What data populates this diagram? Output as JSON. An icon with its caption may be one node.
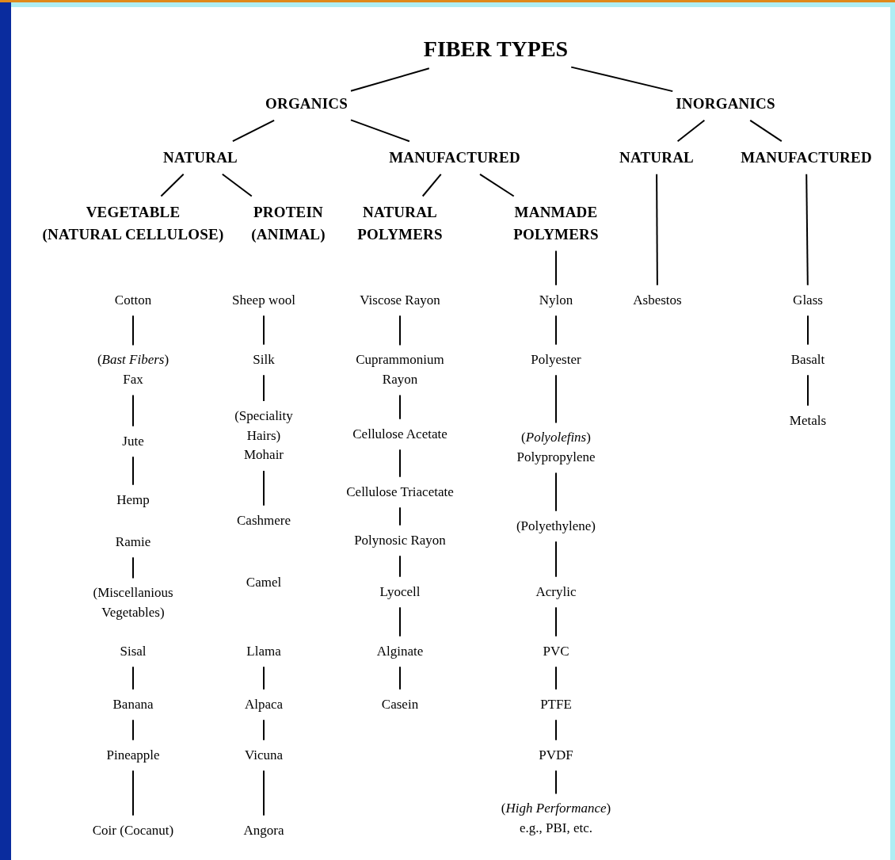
{
  "diagram": {
    "nodes": [
      {
        "text": [
          "FIBER TYPES"
        ]
      },
      {
        "text": [
          "ORGANICS"
        ]
      },
      {
        "text": [
          "INORGANICS"
        ]
      },
      {
        "text": [
          "NATURAL"
        ]
      },
      {
        "text": [
          "MANUFACTURED"
        ]
      },
      {
        "text": [
          "NATURAL"
        ]
      },
      {
        "text": [
          "MANUFACTURED"
        ]
      },
      {
        "text": [
          "VEGETABLE (NATURAL CELLULOSE)"
        ]
      },
      {
        "text": [
          "PROTEIN (ANIMAL)"
        ]
      },
      {
        "text": [
          "NATURAL POLYMERS"
        ]
      },
      {
        "text": [
          "MANMADE POLYMERS"
        ]
      },
      {
        "text": [
          "Cotton"
        ]
      },
      {
        "text": [
          "(*Bast Fibers*)",
          "Fax"
        ]
      },
      {
        "text": [
          "Jute"
        ]
      },
      {
        "text": [
          "Hemp"
        ]
      },
      {
        "text": [
          "Ramie"
        ]
      },
      {
        "text": [
          "(Miscellanious Vegetables)"
        ]
      },
      {
        "text": [
          "Sisal"
        ]
      },
      {
        "text": [
          "Banana"
        ]
      },
      {
        "text": [
          "Pineapple"
        ]
      },
      {
        "text": [
          "Coir (Cocanut)"
        ]
      },
      {
        "text": [
          "Sheep wool"
        ]
      },
      {
        "text": [
          "Silk"
        ]
      },
      {
        "text": [
          "(Speciality Hairs)",
          "Mohair"
        ]
      },
      {
        "text": [
          "Cashmere"
        ]
      },
      {
        "text": [
          "Camel"
        ]
      },
      {
        "text": [
          "Llama"
        ]
      },
      {
        "text": [
          "Alpaca"
        ]
      },
      {
        "text": [
          "Vicuna"
        ]
      },
      {
        "text": [
          "Angora"
        ]
      },
      {
        "text": [
          "Viscose Rayon"
        ]
      },
      {
        "text": [
          "Cuprammonium Rayon"
        ]
      },
      {
        "text": [
          "Cellulose Acetate"
        ]
      },
      {
        "text": [
          "Cellulose Triacetate"
        ]
      },
      {
        "text": [
          "Polynosic Rayon"
        ]
      },
      {
        "text": [
          "Lyocell"
        ]
      },
      {
        "text": [
          "Alginate"
        ]
      },
      {
        "text": [
          "Casein"
        ]
      },
      {
        "text": [
          "Nylon"
        ]
      },
      {
        "text": [
          "Polyester"
        ]
      },
      {
        "text": [
          "(*Polyolefins*)",
          "Polypropylene"
        ]
      },
      {
        "text": [
          "(Polyethylene)"
        ]
      },
      {
        "text": [
          "Acrylic"
        ]
      },
      {
        "text": [
          "PVC"
        ]
      },
      {
        "text": [
          "PTFE"
        ]
      },
      {
        "text": [
          "PVDF"
        ]
      },
      {
        "text": [
          "(*High Performance*)",
          "e.g., PBI, etc."
        ]
      },
      {
        "text": [
          "Asbestos"
        ]
      },
      {
        "text": [
          "Glass"
        ]
      },
      {
        "text": [
          "Basalt"
        ]
      },
      {
        "text": [
          "Metals"
        ]
      }
    ],
    "edges": [
      {
        "from": 0,
        "to": 1,
        "arrow": "none"
      },
      {
        "from": 0,
        "to": 2,
        "arrow": "none"
      },
      {
        "from": 1,
        "to": 3,
        "arrow": "none"
      },
      {
        "from": 1,
        "to": 4,
        "arrow": "none"
      },
      {
        "from": 2,
        "to": 5,
        "arrow": "none"
      },
      {
        "from": 2,
        "to": 6,
        "arrow": "none"
      },
      {
        "from": 3,
        "to": 7,
        "arrow": "none"
      },
      {
        "from": 3,
        "to": 8,
        "arrow": "none"
      },
      {
        "from": 4,
        "to": 9,
        "arrow": "none"
      },
      {
        "from": 4,
        "to": 10,
        "arrow": "none"
      },
      {
        "from": 11,
        "to": 12,
        "arrow": "none"
      },
      {
        "from": 12,
        "to": 13,
        "arrow": "none"
      },
      {
        "from": 13,
        "to": 14,
        "arrow": "none"
      },
      {
        "from": 15,
        "to": 16,
        "arrow": "none"
      },
      {
        "from": 17,
        "to": 18,
        "arrow": "none"
      },
      {
        "from": 18,
        "to": 19,
        "arrow": "none"
      },
      {
        "from": 19,
        "to": 20,
        "arrow": "none"
      },
      {
        "from": 21,
        "to": 22,
        "arrow": "none"
      },
      {
        "from": 22,
        "to": 23,
        "arrow": "none"
      },
      {
        "from": 23,
        "to": 24,
        "arrow": "none"
      },
      {
        "from": 26,
        "to": 27,
        "arrow": "none"
      },
      {
        "from": 27,
        "to": 28,
        "arrow": "none"
      },
      {
        "from": 28,
        "to": 29,
        "arrow": "none"
      },
      {
        "from": 30,
        "to": 31,
        "arrow": "none"
      },
      {
        "from": 31,
        "to": 32,
        "arrow": "none"
      },
      {
        "from": 32,
        "to": 33,
        "arrow": "none"
      },
      {
        "from": 33,
        "to": 34,
        "arrow": "none"
      },
      {
        "from": 34,
        "to": 35,
        "arrow": "none"
      },
      {
        "from": 35,
        "to": 36,
        "arrow": "none"
      },
      {
        "from": 36,
        "to": 37,
        "arrow": "none"
      },
      {
        "from": 10,
        "to": 38,
        "arrow": "none"
      },
      {
        "from": 38,
        "to": 39,
        "arrow": "none"
      },
      {
        "from": 39,
        "to": 40,
        "arrow": "none"
      },
      {
        "from": 40,
        "to": 41,
        "arrow": "none"
      },
      {
        "from": 41,
        "to": 42,
        "arrow": "none"
      },
      {
        "from": 42,
        "to": 43,
        "arrow": "none"
      },
      {
        "from": 43,
        "to": 44,
        "arrow": "none"
      },
      {
        "from": 44,
        "to": 45,
        "arrow": "none"
      },
      {
        "from": 45,
        "to": 46,
        "arrow": "none"
      },
      {
        "from": 5,
        "to": 47,
        "arrow": "none"
      },
      {
        "from": 6,
        "to": 48,
        "arrow": "none"
      },
      {
        "from": 48,
        "to": 49,
        "arrow": "none"
      },
      {
        "from": 49,
        "to": 50,
        "arrow": "none"
      }
    ]
  }
}
